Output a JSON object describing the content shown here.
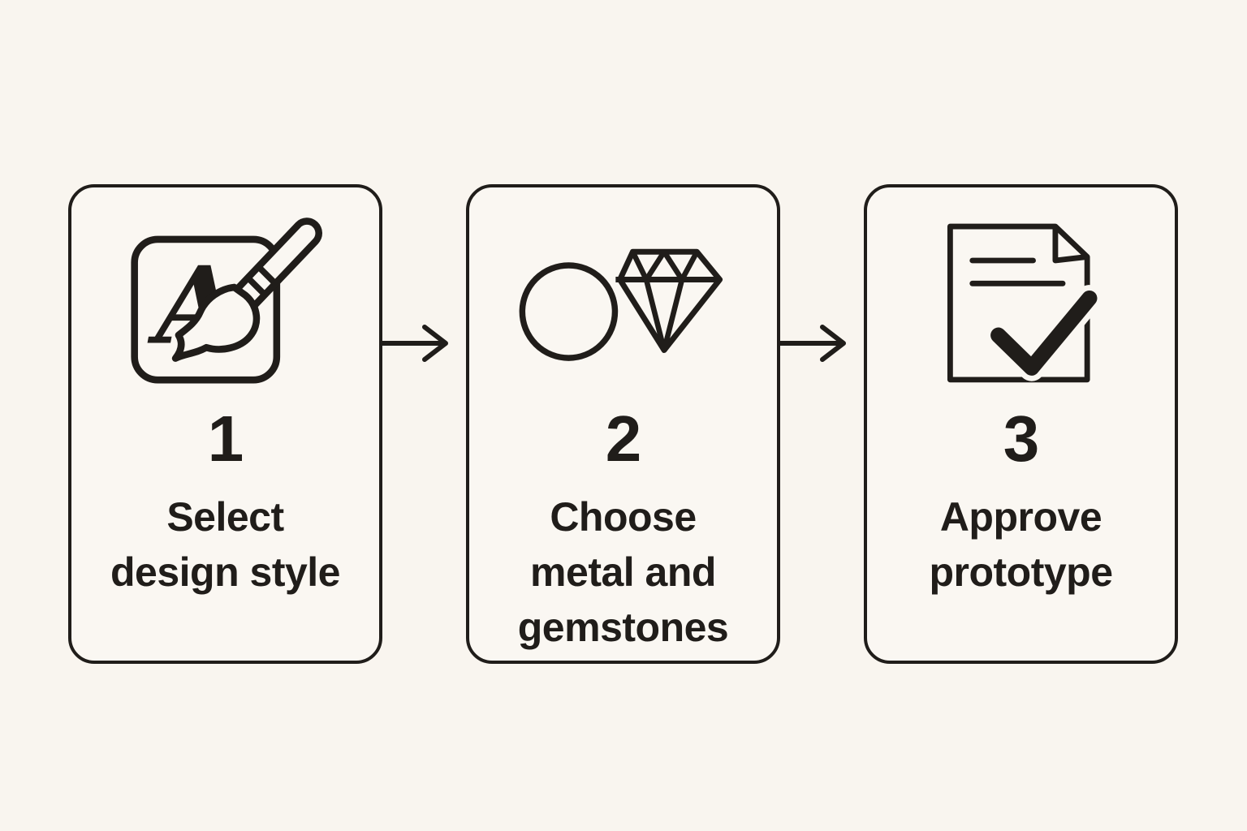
{
  "diagram": {
    "type": "process-flow",
    "direction": "left-to-right",
    "colors": {
      "background": "#f9f5ef",
      "card_background": "#faf7f2",
      "ink": "#201d1a"
    },
    "steps": [
      {
        "number": "1",
        "label": "Select\ndesign style",
        "icon": "letter-a-paintbrush-icon"
      },
      {
        "number": "2",
        "label": "Choose\nmetal and\ngemstones",
        "icon": "ring-and-diamond-icon"
      },
      {
        "number": "3",
        "label": "Approve\nprototype",
        "icon": "document-checkmark-icon"
      }
    ],
    "connectors": [
      {
        "icon": "arrow-right-icon"
      },
      {
        "icon": "arrow-right-icon"
      }
    ]
  }
}
